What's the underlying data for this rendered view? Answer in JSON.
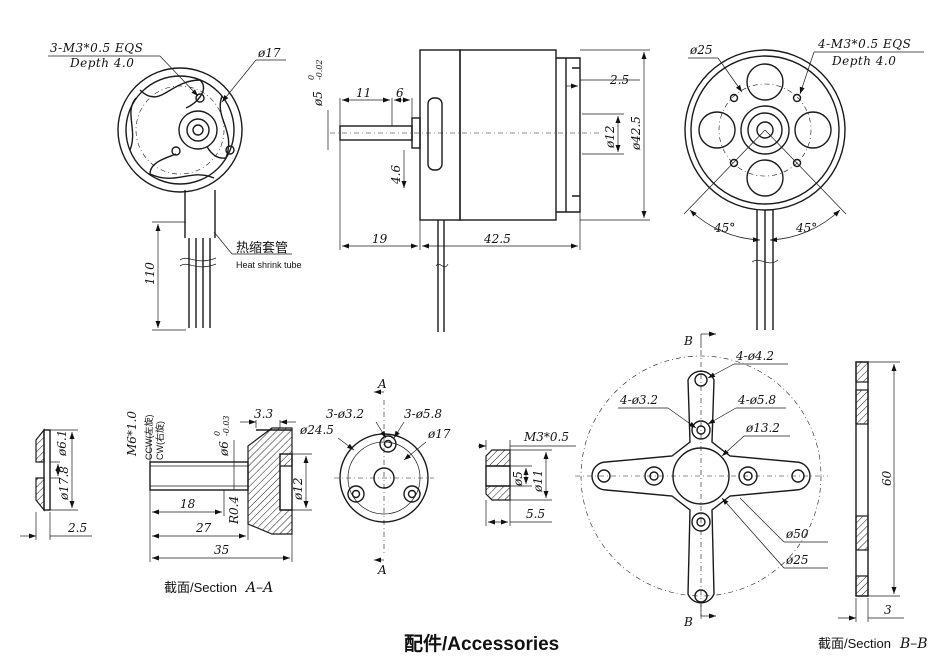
{
  "views": {
    "front": {
      "note_line1": "3-M3*0.5 EQS",
      "note_line2": "Depth 4.0",
      "d17": "ø17",
      "lead_len": "110",
      "tube_cn": "热缩套管",
      "tube_en": "Heat shrink tube"
    },
    "side": {
      "shaft_dia": "ø5",
      "shaft_tol_up": "0",
      "shaft_tol_lo": "-0.02",
      "d11": "11",
      "d6": "6",
      "d46": "4.6",
      "d19": "19",
      "d425": "42.5",
      "d25": "2.5",
      "d12": "ø12",
      "d425dia": "ø42.5"
    },
    "rear": {
      "d25": "ø25",
      "note_line1": "4-M3*0.5 EQS",
      "note_line2": "Depth 4.0",
      "a1": "45°",
      "a2": "45°"
    },
    "accessories": {
      "ring_d61": "ø6.1",
      "ring_d178": "ø17.8",
      "ring_t": "2.5",
      "adapter_thread": "M6*1.0",
      "adapter_ccw": "CCW(左旋)",
      "adapter_cw": "CW(右旋)",
      "adapter_bore": "ø6",
      "adapter_tol_up": "0",
      "adapter_tol_lo": "-0.03",
      "adapter_d33": "3.3",
      "adapter_d12": "ø12",
      "adapter_d18": "18",
      "adapter_r04": "R0.4",
      "adapter_d27": "27",
      "adapter_d35": "35",
      "adapter_section": "截面/Section",
      "adapter_section_id": "A–A",
      "disc_d245": "ø24.5",
      "disc_h32": "3-ø3.2",
      "disc_h58": "3-ø5.8",
      "disc_d17": "ø17",
      "sect_a_top": "A",
      "sect_a_bot": "A",
      "nut_thread": "M3*0.5",
      "nut_d5": "ø5",
      "nut_d11": "ø11",
      "nut_len": "5.5",
      "cross_b_top": "B",
      "cross_b_bot": "B",
      "cross_h42": "4-ø4.2",
      "cross_h32": "4-ø3.2",
      "cross_h58": "4-ø5.8",
      "cross_d132": "ø13.2",
      "cross_d50": "ø50",
      "cross_d25": "ø25",
      "bar_len": "60",
      "bar_t": "3",
      "bar_section": "截面/Section",
      "bar_section_id": "B–B"
    },
    "footer_title": "配件/Accessories"
  }
}
